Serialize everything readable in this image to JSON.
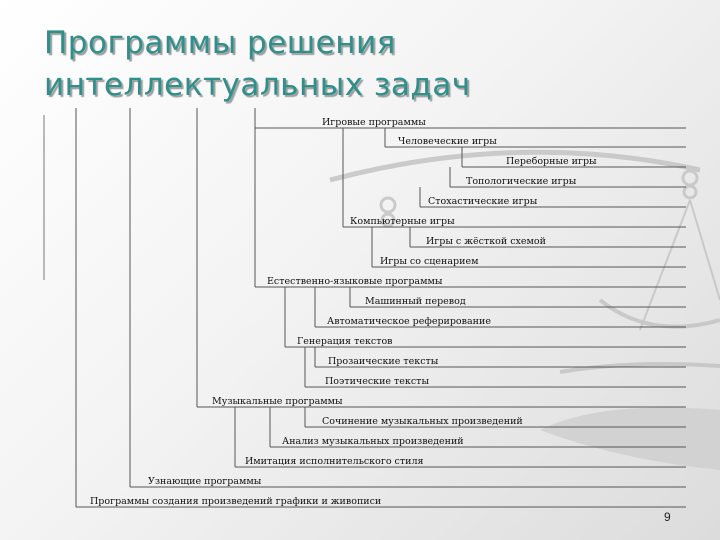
{
  "slide": {
    "title_line1": "Программы решения",
    "title_line2": "интеллектуальных задач",
    "page_number": "9"
  },
  "tree": {
    "nodes": [
      "Игровые программы",
      "Человеческие игры",
      "Переборные игры",
      "Топологические игры",
      "Стохастические игры",
      "Компьютерные игры",
      "Игры с жёсткой схемой",
      "Игры со сценарием",
      "Естественно-языковые программы",
      "Машинный перевод",
      "Автоматическое реферирование",
      "Генерация текстов",
      "Прозаические тексты",
      "Поэтические тексты",
      "Музыкальные программы",
      "Сочинение музыкальных произведений",
      "Анализ музыкальных произведений",
      "Имитация исполнительского стиля",
      "Узнающие программы",
      "Программы создания произведений графики и живописи"
    ],
    "line_color": "#555555"
  }
}
